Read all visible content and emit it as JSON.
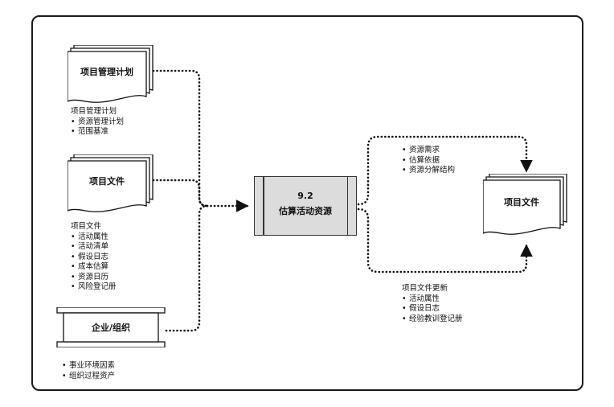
{
  "inputs": {
    "plan": {
      "title": "项目管理计划",
      "list_title": "项目管理计划",
      "items": [
        "资源管理计划",
        "范围基准"
      ]
    },
    "docs": {
      "title": "项目文件",
      "list_title": "项目文件",
      "items": [
        "活动属性",
        "活动清单",
        "假设日志",
        "成本估算",
        "资源日历",
        "风险登记册"
      ]
    },
    "enterprise": {
      "title": "企业/组织",
      "items": [
        "事业环境因素",
        "组织过程资产"
      ]
    }
  },
  "process": {
    "number": "9.2",
    "name": "估算活动资源"
  },
  "outputs": {
    "requirements": {
      "items": [
        "资源需求",
        "估算依据",
        "资源分解结构"
      ]
    },
    "project_docs": {
      "title": "项目文件"
    },
    "updates": {
      "list_title": "项目文件更新",
      "items": [
        "活动属性",
        "假设日志",
        "经验教训登记册"
      ]
    }
  }
}
